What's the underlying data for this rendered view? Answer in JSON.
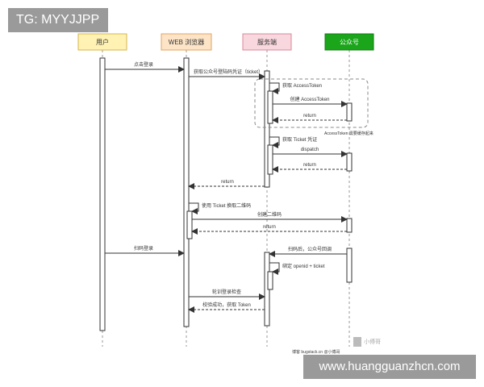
{
  "badges": {
    "tg": "TG: MYYJJPP",
    "url": "www.huangguanzhcn.com"
  },
  "participants": [
    {
      "id": "user",
      "label": "用户",
      "fill": "#fff2b3",
      "stroke": "#d4b64c"
    },
    {
      "id": "browser",
      "label": "WEB 浏览器",
      "fill": "#fde4c7",
      "stroke": "#e2a35c"
    },
    {
      "id": "server",
      "label": "服务端",
      "fill": "#f8d7de",
      "stroke": "#d98a9a"
    },
    {
      "id": "official",
      "label": "公众号",
      "fill": "#1aa51a",
      "stroke": "#137a13",
      "text": "#ffffff"
    }
  ],
  "messages": [
    {
      "label": "点击登录",
      "style": "solid"
    },
    {
      "label": "获取公众号登陆码凭证（ticket）",
      "style": "solid"
    },
    {
      "label": "获取 AccessToken",
      "style": "self"
    },
    {
      "label": "创建 AccessToken",
      "style": "solid"
    },
    {
      "label": "return",
      "style": "dashed"
    },
    {
      "label": "获取 Ticket 凭证",
      "style": "self"
    },
    {
      "label": "dispatch",
      "style": "solid"
    },
    {
      "label": "return",
      "style": "dashed"
    },
    {
      "label": "return",
      "style": "dashed"
    },
    {
      "label": "使用 Ticket 换取二维码",
      "style": "self"
    },
    {
      "label": "创建二维码",
      "style": "solid"
    },
    {
      "label": "return",
      "style": "dashed"
    },
    {
      "label": "扫码登录",
      "style": "solid"
    },
    {
      "label": "扫码后，公众号回调",
      "style": "solid"
    },
    {
      "label": "绑定 openid + ticket",
      "style": "self"
    },
    {
      "label": "轮训登录检查",
      "style": "solid"
    },
    {
      "label": "校验成功，获取 Token",
      "style": "dashed"
    }
  ],
  "notes": {
    "cache_note": "AccessToken 需要缓存起来",
    "footer": "博客 bugstack.cn @小傅哥",
    "watermark": "小傅哥"
  },
  "colors": {
    "line": "#333333",
    "lifeline": "#999999",
    "dash_box": "#888888"
  }
}
